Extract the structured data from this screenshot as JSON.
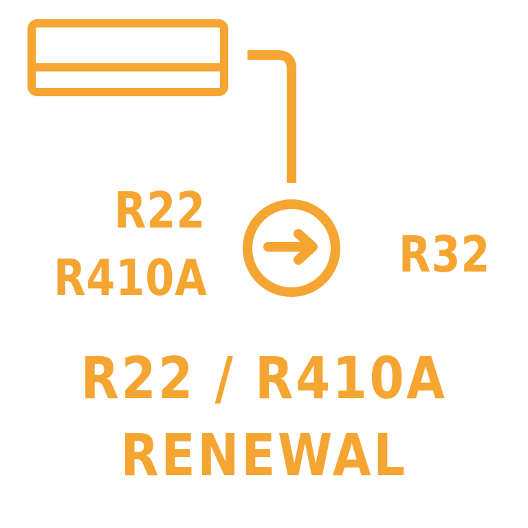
{
  "icon": {
    "color": "#F5A532",
    "unit": "air-conditioner-icon",
    "pipe": "refrigerant-pipe-icon",
    "arrow": "arrow-right-circle-icon"
  },
  "labels": {
    "old_1": "R22",
    "old_2": "R410A",
    "new": "R32"
  },
  "caption": {
    "line1": "R22 / R410A",
    "line2": "RENEWAL"
  }
}
